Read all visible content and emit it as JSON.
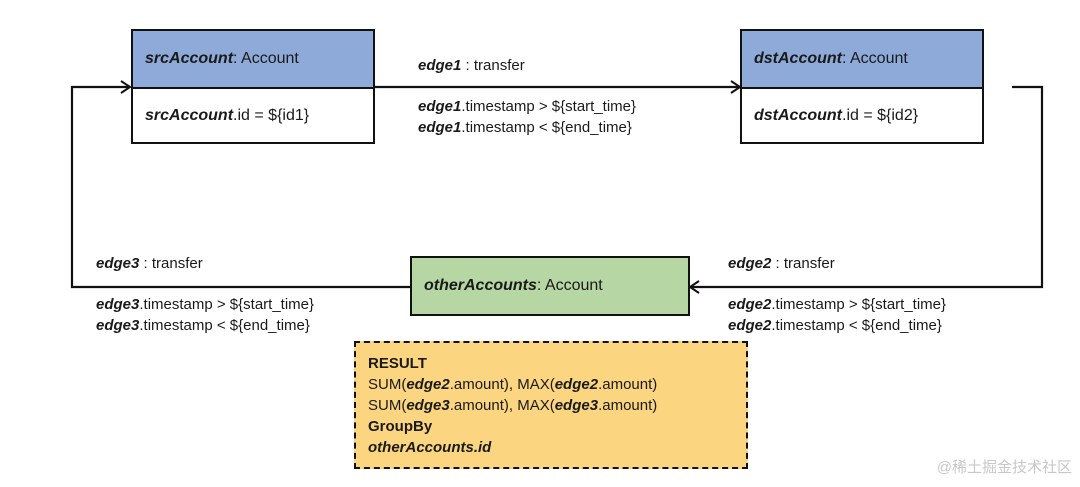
{
  "nodes": {
    "src": {
      "var": "srcAccount",
      "type": ": Account",
      "cond_var": "srcAccount",
      "cond": ".id = ${id1}"
    },
    "dst": {
      "var": "dstAccount",
      "type": ": Account",
      "cond_var": "dstAccount",
      "cond": ".id = ${id2}"
    },
    "other": {
      "var": "otherAccounts",
      "type": ": Account"
    }
  },
  "edges": {
    "edge1": {
      "var": "edge1",
      "type": " : transfer",
      "c1": ".timestamp > ${start_time}",
      "c2": ".timestamp < ${end_time}"
    },
    "edge2": {
      "var": "edge2",
      "type": " : transfer",
      "c1": ".timestamp > ${start_time}",
      "c2": ".timestamp < ${end_time}"
    },
    "edge3": {
      "var": "edge3",
      "type": " : transfer",
      "c1": ".timestamp > ${start_time}",
      "c2": ".timestamp < ${end_time}"
    }
  },
  "result": {
    "title": "RESULT",
    "line1": {
      "a": "SUM(",
      "v1": "edge2",
      "b": ".amount), MAX(",
      "v2": "edge2",
      "c": ".amount)"
    },
    "line2": {
      "a": "SUM(",
      "v1": "edge3",
      "b": ".amount), MAX(",
      "v2": "edge3",
      "c": ".amount)"
    },
    "groupby": "GroupBy",
    "groupby_key": "otherAccounts.id"
  },
  "watermark": "@稀土掘金技术社区",
  "colors": {
    "src_header": "#8eaad8",
    "dst_header": "#8eaad8",
    "other": "#b6d6a4",
    "result": "#fbd57f"
  }
}
